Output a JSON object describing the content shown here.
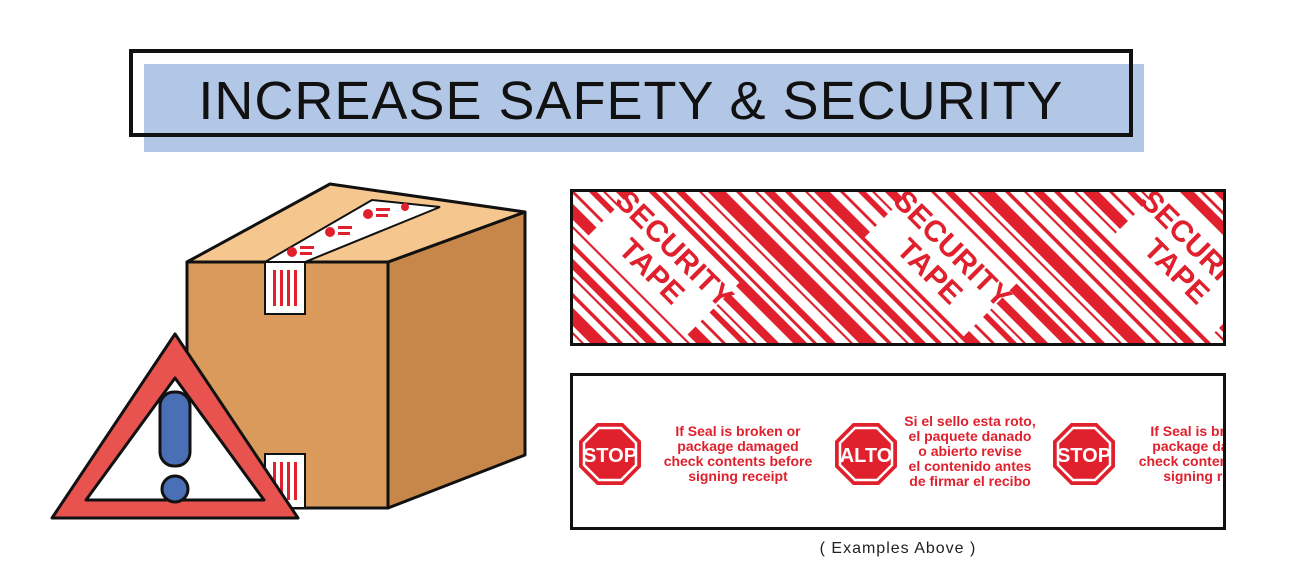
{
  "banner": {
    "title": "INCREASE SAFETY & SECURITY"
  },
  "security_tape": {
    "word1": "SECURITY",
    "word2": "TAPE",
    "color": "#e0202c"
  },
  "stop_tape": {
    "sign1": "STOP",
    "sign2": "ALTO",
    "sign3": "STOP",
    "english_lines": [
      "If Seal is broken or",
      "package damaged",
      "check contents before",
      "signing receipt"
    ],
    "spanish_lines": [
      "Si el sello esta roto,",
      "el paquete danado",
      "o abierto revise",
      "el contenido antes",
      "de firmar el recibo"
    ],
    "color": "#e0202c"
  },
  "caption": "( Examples Above )",
  "colors": {
    "banner_shadow": "#b2c6e6",
    "box_front": "#d99a5c",
    "box_side": "#c8874a",
    "box_top": "#f6c68f",
    "warning_red": "#e8524f",
    "exclamation_blue": "#4a6fb5"
  }
}
